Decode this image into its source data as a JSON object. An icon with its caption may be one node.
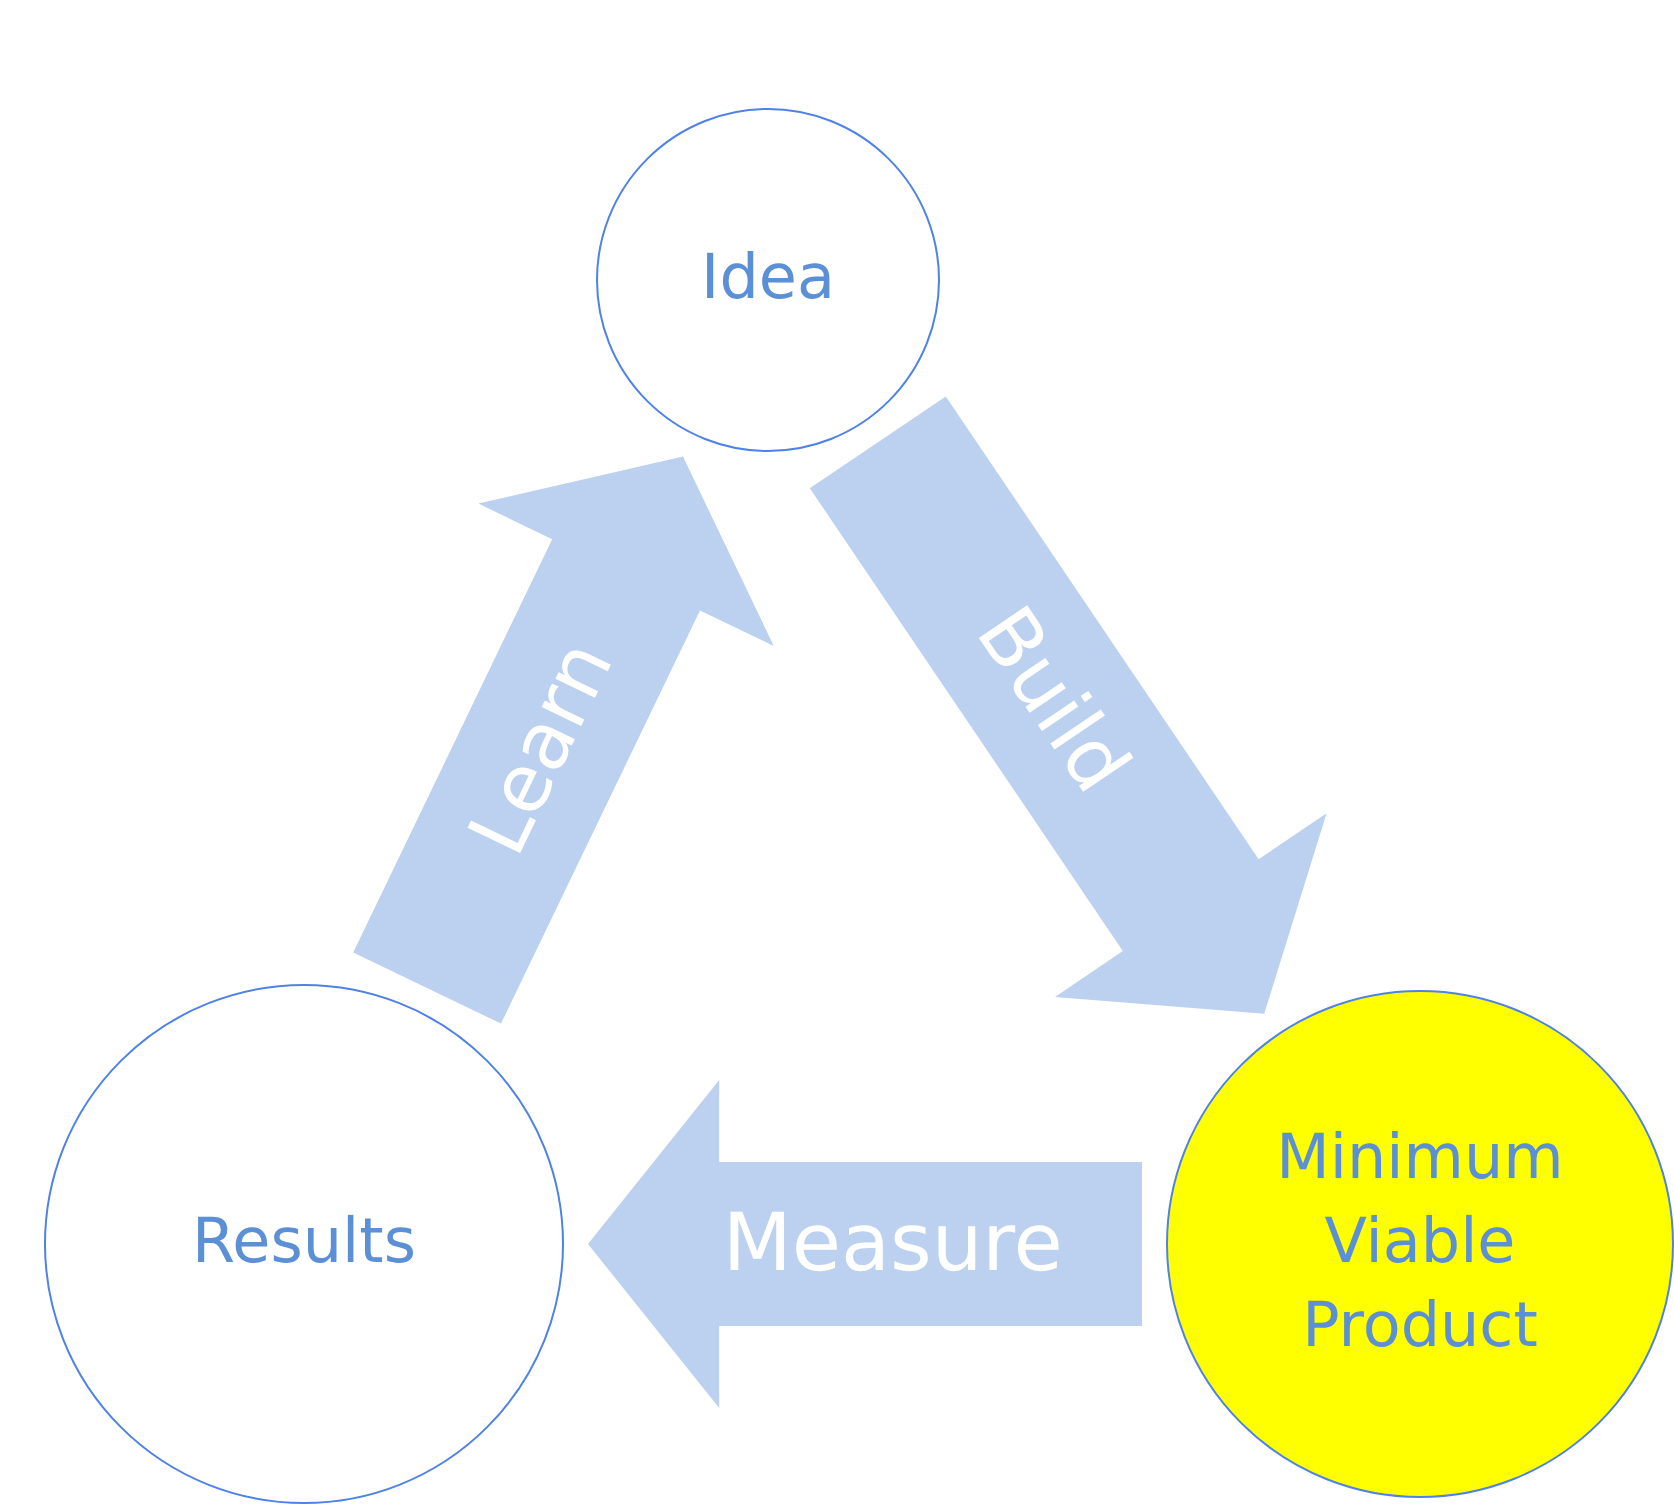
{
  "diagram": {
    "nodes": [
      {
        "text": [
          "Idea"
        ]
      },
      {
        "text": [
          "Minimum Viable Product"
        ]
      },
      {
        "text": [
          "Results"
        ]
      }
    ],
    "edges": [
      {
        "from": 0,
        "to": 1,
        "arrow": "to",
        "label": "Build",
        "style": "thick"
      },
      {
        "from": 1,
        "to": 2,
        "arrow": "to",
        "label": "Measure",
        "style": "thick"
      },
      {
        "from": 2,
        "to": 0,
        "arrow": "to",
        "label": "Learn",
        "style": "thick"
      }
    ]
  }
}
